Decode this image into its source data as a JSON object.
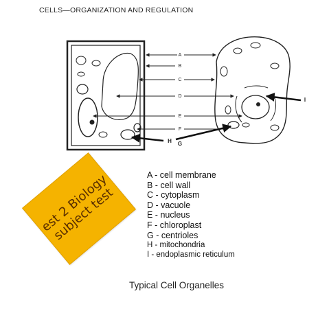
{
  "header": "CELLS—ORGANIZATION AND REGULATION",
  "diagram_labels": [
    "A",
    "B",
    "C",
    "D",
    "E",
    "F",
    "G",
    "H",
    "I"
  ],
  "legend": [
    {
      "text": "A - cell membrane",
      "small": false
    },
    {
      "text": "B - cell wall",
      "small": false
    },
    {
      "text": "C - cytoplasm",
      "small": false
    },
    {
      "text": "D - vacuole",
      "small": false
    },
    {
      "text": "E - nucleus",
      "small": false
    },
    {
      "text": "F - chloroplast",
      "small": false
    },
    {
      "text": "G - centrioles",
      "small": false
    },
    {
      "text": "H - mitochondria",
      "small": true
    },
    {
      "text": "I - endoplasmic reticulum",
      "small": true
    }
  ],
  "caption": "Typical Cell Organelles",
  "sticker": {
    "text": "est 2 Biology\nsubject test",
    "color": "#f5b300",
    "text_color": "#5a2f00"
  }
}
